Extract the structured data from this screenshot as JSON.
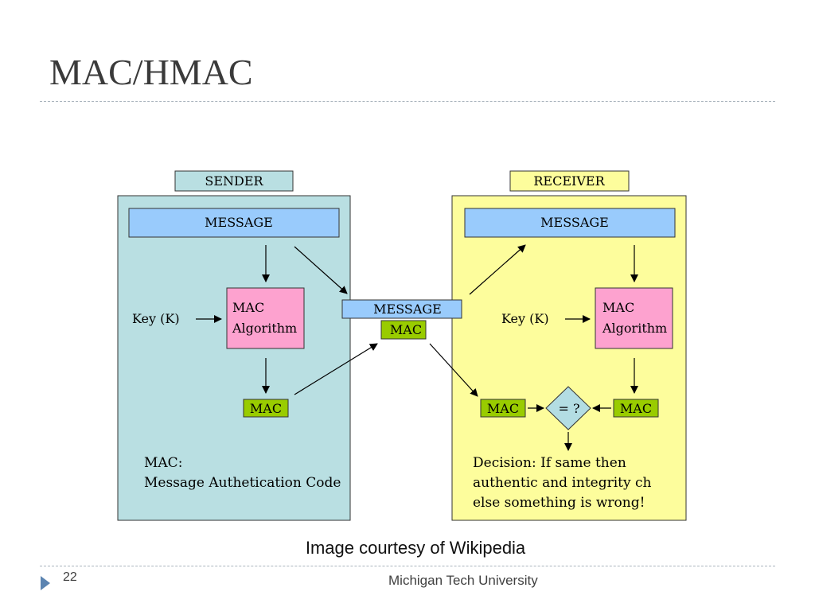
{
  "slide": {
    "title": "MAC/HMAC",
    "caption": "Image courtesy of Wikipedia",
    "page_number": "22",
    "organization": "Michigan Tech University"
  },
  "diagram": {
    "sender": {
      "label": "SENDER",
      "message": "MESSAGE",
      "key": "Key (K)",
      "algorithm_line1": "MAC",
      "algorithm_line2": "Algorithm",
      "mac": "MAC",
      "note_line1": "MAC:",
      "note_line2": "Message Authetication Code"
    },
    "transmitted": {
      "message": "MESSAGE",
      "mac": "MAC"
    },
    "receiver": {
      "label": "RECEIVER",
      "message": "MESSAGE",
      "key": "Key (K)",
      "algorithm_line1": "MAC",
      "algorithm_line2": "Algorithm",
      "mac_received": "MAC",
      "mac_computed": "MAC",
      "compare": "= ?",
      "decision_line1": "Decision: If same then",
      "decision_line2": "authentic and integrity ch",
      "decision_line3": "else something is wrong!"
    },
    "colors": {
      "sender_panel": "#b9dfe2",
      "receiver_panel": "#fdfd9c",
      "message_box": "#99cbfc",
      "algorithm_box": "#fda2cf",
      "mac_box": "#99cc00",
      "compare_diamond": "#b3dde3"
    }
  }
}
